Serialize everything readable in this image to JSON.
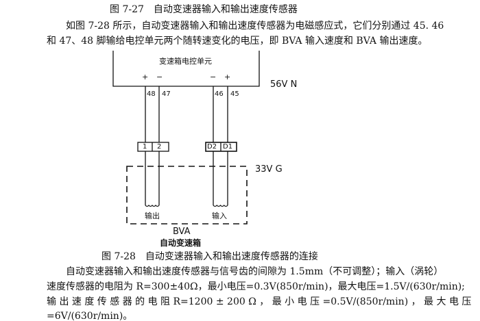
{
  "caption_top": "图 7-27　自动变速器输入和输出速度传感器",
  "intro": [
    "如图 7-28 所示，自动变速器输入和输出速度传感器为电磁感应式，它们分别通过 45. 46",
    "和 47、48 脚输给电控单元两个随转速变化的电压，即 BVA 输入速度和 BVA 输出速度。"
  ],
  "diagram": {
    "ecu_label": "变速箱电控单元",
    "ecu_connector": "56V N",
    "signs": [
      "+",
      "−",
      "−",
      "+"
    ],
    "pins": [
      "48",
      "47",
      "46",
      "45"
    ],
    "connector_left": [
      "1",
      "2"
    ],
    "connector_right": [
      "D2",
      "D1"
    ],
    "sensor_connector": "33V G",
    "output_label": "输出",
    "input_label": "输入",
    "bva_label": "BVA",
    "gearbox_label": "自动变速箱"
  },
  "caption_bottom": "图 7-28　自动变速器输入和输出速度传感器的连接",
  "body": [
    "自动变速器输入和输出速度传感器与信号齿的间隙为 1.5mm（不可调整）；输入（涡轮）",
    "速度传感器的电阻为 R=300±40Ω，最小电压=0.3V(850r/min)，最大电压=1.5V/(630r/min);",
    "输 出 速 度 传 感 器 的 电 阻  R=1200 ± 200 Ω ， 最 小 电 压 =0.5V/(850r/min) ， 最 大 电 压",
    "=6V/(630r/min)。"
  ]
}
